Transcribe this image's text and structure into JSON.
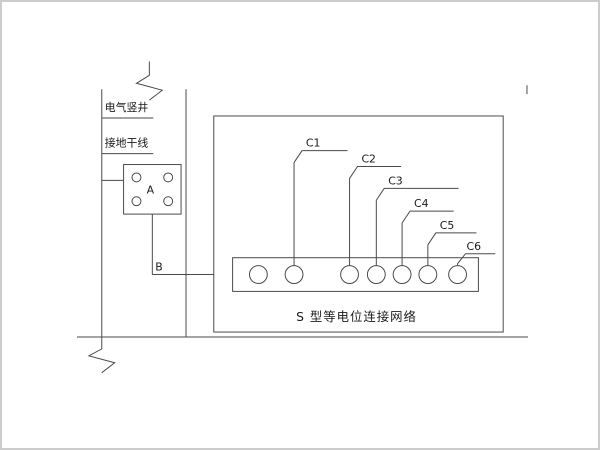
{
  "diagram": {
    "title": "S 型等电位连接网络",
    "shaft_label": "电气竖井",
    "trunk_label": "接地干线",
    "device_label": "A",
    "node_label": "B",
    "connections": [
      {
        "label": "C1"
      },
      {
        "label": "C2"
      },
      {
        "label": "C3"
      },
      {
        "label": "C4"
      },
      {
        "label": "C5"
      },
      {
        "label": "C6"
      }
    ],
    "colors": {
      "line": "#4a4a4a",
      "text": "#1a1a1a",
      "background": "#ffffff",
      "frame": "#cccccc"
    }
  }
}
